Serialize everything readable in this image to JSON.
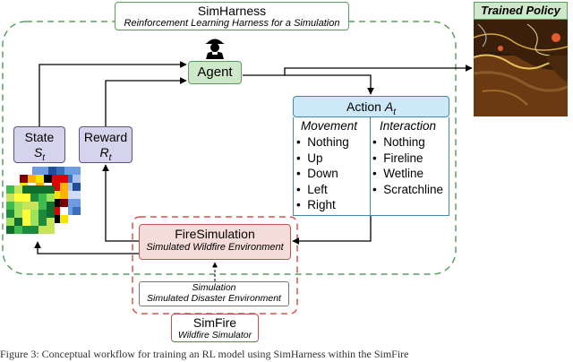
{
  "harness": {
    "title": "SimHarness",
    "subtitle": "Reinforcement Learning Harness for a Simulation"
  },
  "agent": {
    "label": "Agent"
  },
  "state": {
    "label": "State",
    "symbol": "S",
    "subscript": "t"
  },
  "reward": {
    "label": "Reward",
    "symbol": "R",
    "subscript": "t"
  },
  "action": {
    "label": "Action",
    "symbol": "A",
    "subscript": "t",
    "movement": {
      "heading": "Movement",
      "items": [
        "Nothing",
        "Up",
        "Down",
        "Left",
        "Right"
      ]
    },
    "interaction": {
      "heading": "Interaction",
      "items": [
        "Nothing",
        "Fireline",
        "Wetline",
        "Scratchline"
      ]
    }
  },
  "fire_simulation": {
    "title": "FireSimulation",
    "subtitle": "Simulated Wildfire Environment"
  },
  "simulation": {
    "title": "Simulation",
    "subtitle": "Simulated Disaster Environment"
  },
  "simfire": {
    "title": "SimFire",
    "subtitle": "Wildfire Simulator"
  },
  "trained_policy": {
    "label": "Trained Policy"
  },
  "caption": "Figure 3: Conceptual workflow for training an RL model using SimHarness within the SimFire",
  "colors": {
    "green_border": "#5a9e5f",
    "agent_fill": "#cfe8c9",
    "state_fill": "#d6d3ec",
    "action_fill": "#cde8f6",
    "fire_fill": "#f6dcd8",
    "red_dash": "#d9534f"
  },
  "icons": {
    "agent": "firefighter-icon"
  }
}
